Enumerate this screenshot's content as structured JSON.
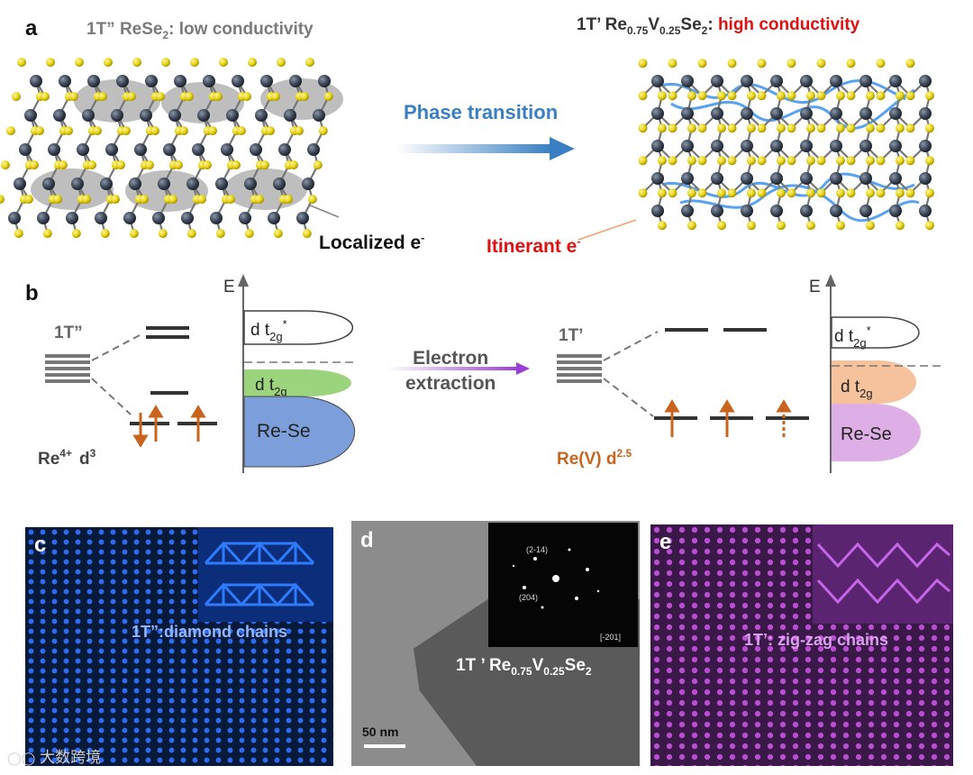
{
  "panel_a": {
    "letter": "a",
    "left_title_main": "1T” ReSe",
    "left_title_sub": "2",
    "left_title_rest": ": low conductivity",
    "right_title_prefix": "1T’ Re",
    "right_title_sub1": "0.75",
    "right_title_mid": "V",
    "right_title_sub2": "0.25",
    "right_title_mid2": "Se",
    "right_title_sub3": "2",
    "right_title_colon": ":",
    "right_title_highlight": "high conductivity",
    "arrow_label": "Phase transition",
    "localized_label": "Localized e",
    "localized_sup": "-",
    "itinerant_label": "Itinerant e",
    "itinerant_sup": "-"
  },
  "panel_b": {
    "letter": "b",
    "left_phase": "1T”",
    "left_ion": "Re",
    "left_ion_sup": "4+",
    "left_config": "d",
    "left_config_sup": "3",
    "energy_axis": "E",
    "dt2g_star": "d t",
    "dt2g_star_sub": "2g",
    "dt2g_star_sup": "*",
    "dt2g": "d t",
    "dt2g_sub": "2g",
    "rese": "Re-Se",
    "arrow_line1": "Electron",
    "arrow_line2": "extraction",
    "right_phase": "1T’",
    "right_ion": "Re(V) d",
    "right_ion_sup": "2.5"
  },
  "panel_c": {
    "letter": "c",
    "label": "1T”:diamond chains"
  },
  "panel_d": {
    "letter": "d",
    "label_prefix": "1T ’ Re",
    "label_sub1": "0.75",
    "label_mid": "V",
    "label_sub2": "0.25",
    "label_mid2": "Se",
    "label_sub3": "2",
    "scale": "50 nm",
    "spot1": "(2-14)",
    "spot2": "(204)",
    "zone_axis": "[-201]"
  },
  "panel_e": {
    "letter": "e",
    "label": "1T’: zig-zag chains"
  },
  "watermark": "大数跨境",
  "colors": {
    "grey_title": "#7a7a7a",
    "red": "#e01010",
    "blue_arrow": "#3a7fc1",
    "orange": "#c8641e",
    "purple_arrow": "#9b3fd6",
    "green_band": "#9bd47d",
    "blue_band": "#7c9fdc",
    "peach_band": "#f5c29c",
    "lilac_band": "#deaee6",
    "atom_se": "#e8d415",
    "atom_re": "#3f4a59"
  }
}
